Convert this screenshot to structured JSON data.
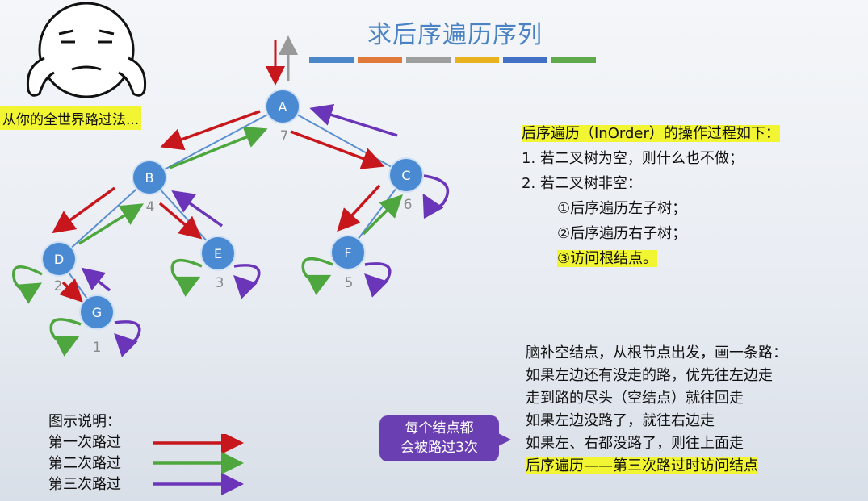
{
  "title": "求后序遍历序列",
  "title_color_bars": [
    "#4a86c8",
    "#e07a3a",
    "#9e9e9e",
    "#e7b21e",
    "#4170c4",
    "#5ea94a"
  ],
  "caption": "从你的全世界路过法...",
  "tree": {
    "nodes": [
      {
        "id": "A",
        "order": "7"
      },
      {
        "id": "B",
        "order": "4"
      },
      {
        "id": "C",
        "order": "6"
      },
      {
        "id": "D",
        "order": "2"
      },
      {
        "id": "E",
        "order": "3"
      },
      {
        "id": "F",
        "order": "5"
      },
      {
        "id": "G",
        "order": "1"
      }
    ],
    "edges": [
      [
        "A",
        "B"
      ],
      [
        "A",
        "C"
      ],
      [
        "B",
        "D"
      ],
      [
        "B",
        "E"
      ],
      [
        "C",
        "F"
      ],
      [
        "D",
        "G"
      ]
    ],
    "node_color": "#4a8ad2"
  },
  "rule": {
    "heading": "后序遍历（InOrder）的操作过程如下：",
    "step1": "1.  若二叉树为空，则什么也不做；",
    "step2": "2.  若二叉树非空：",
    "sub1": "①后序遍历左子树；",
    "sub2": "②后序遍历右子树；",
    "sub3": "③访问根结点。"
  },
  "note": {
    "line1": "脑补空结点，从根节点出发，画一条路：",
    "line2": "如果左边还有没走的路，优先往左边走",
    "line3": "走到路的尽头（空结点）就往回走",
    "line4": "如果左边没路了，就往右边走",
    "line5": "如果左、右都没路了，则往上面走",
    "line6": "后序遍历——第三次路过时访问结点"
  },
  "bubble": {
    "line1": "每个结点都",
    "line2": "会被路过3次"
  },
  "legend": {
    "heading": "图示说明：",
    "items": [
      {
        "label": "第一次路过",
        "color": "#c8161d"
      },
      {
        "label": "第二次路过",
        "color": "#4ea63e"
      },
      {
        "label": "第三次路过",
        "color": "#6a35b8"
      }
    ]
  }
}
